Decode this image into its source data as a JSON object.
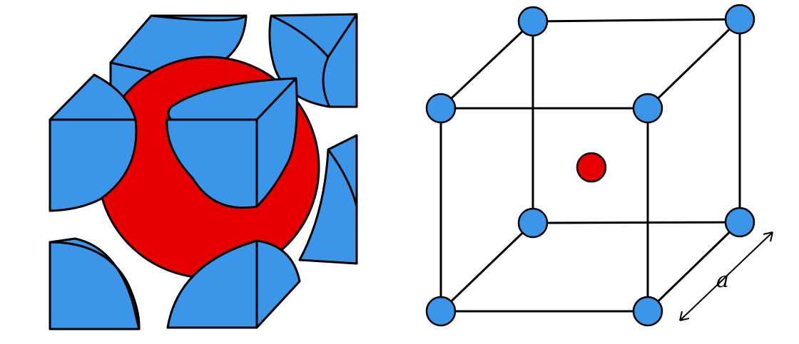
{
  "colors": {
    "corner_atom": "#3b95e8",
    "center_atom": "#e60000",
    "edge": "#000000",
    "background": "#ffffff"
  },
  "left_figure": {
    "kind": "space-filling unit cell",
    "corner_atom_count": 8,
    "center_atom_count": 1
  },
  "right_figure": {
    "kind": "ball-and-stick unit cell",
    "corner_atom_count": 8,
    "center_atom_count": 1,
    "edge_label": "a"
  }
}
